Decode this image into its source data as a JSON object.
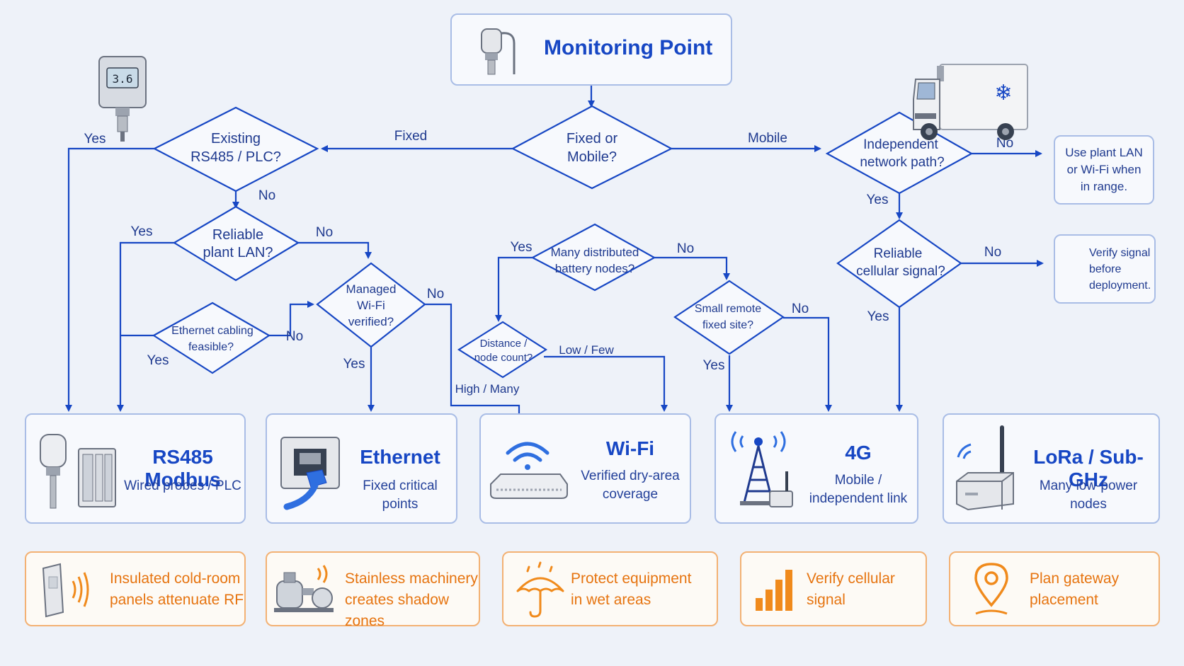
{
  "title": "Monitoring Point",
  "decisions": {
    "fixed_mobile": [
      "Fixed or",
      "Mobile?"
    ],
    "existing_rs485": [
      "Existing",
      "RS485 / PLC?"
    ],
    "reliable_lan": [
      "Reliable",
      "plant LAN?"
    ],
    "ethernet_cabling": [
      "Ethernet cabling",
      "feasible?"
    ],
    "managed_wifi": [
      "Managed",
      "Wi-Fi",
      "verified?"
    ],
    "many_battery": [
      "Many distributed",
      "battery nodes?"
    ],
    "distance_count": [
      "Distance /",
      "node count?"
    ],
    "small_remote": [
      "Small remote",
      "fixed site?"
    ],
    "independent_path": [
      "Independent",
      "network path?"
    ],
    "reliable_cellular": [
      "Reliable",
      "cellular signal?"
    ]
  },
  "edge_labels": {
    "fixed": "Fixed",
    "mobile": "Mobile",
    "rs485_yes": "Yes",
    "rs485_no": "No",
    "lan_yes": "Yes",
    "lan_no": "No",
    "cabling_yes": "Yes",
    "cabling_no": "No",
    "wifi_yes": "Yes",
    "wifi_no": "No",
    "battery_yes": "Yes",
    "battery_no": "No",
    "low_few": "Low / Few",
    "high_many": "High / Many",
    "remote_yes": "Yes",
    "remote_no": "No",
    "indep_yes": "Yes",
    "indep_no": "No",
    "cell_yes": "Yes",
    "cell_no": "No"
  },
  "side_notes": {
    "plant_lan": [
      "Use plant LAN",
      "or Wi-Fi when",
      "in range."
    ],
    "verify_signal": [
      "Verify signal",
      "before",
      "deployment."
    ]
  },
  "sensor_display": "3.6",
  "technologies": [
    {
      "title": "RS485 Modbus",
      "subtitle": [
        "Wired probes / PLC"
      ]
    },
    {
      "title": "Ethernet",
      "subtitle": [
        "Fixed critical points"
      ]
    },
    {
      "title": "Wi-Fi",
      "subtitle": [
        "Verified dry-area",
        "coverage"
      ]
    },
    {
      "title": "4G",
      "subtitle": [
        "Mobile /",
        "independent link"
      ]
    },
    {
      "title": "LoRa / Sub-GHz",
      "subtitle": [
        "Many low-power",
        "nodes"
      ]
    }
  ],
  "tips": [
    {
      "lines": [
        "Insulated cold-room",
        "panels attenuate RF"
      ],
      "icon": "panel-signal-icon"
    },
    {
      "lines": [
        "Stainless machinery",
        "creates shadow zones"
      ],
      "icon": "machinery-icon"
    },
    {
      "lines": [
        "Protect equipment",
        "in wet areas"
      ],
      "icon": "umbrella-rain-icon"
    },
    {
      "lines": [
        "Verify cellular",
        "signal"
      ],
      "icon": "signal-bars-icon"
    },
    {
      "lines": [
        "Plan gateway",
        "placement"
      ],
      "icon": "location-pin-icon"
    }
  ],
  "colors": {
    "flow_blue": "#1747c4",
    "box_border": "#a9bde6",
    "tip_orange": "#e67410",
    "tip_border": "#f3b173",
    "background": "#eef2f9"
  }
}
